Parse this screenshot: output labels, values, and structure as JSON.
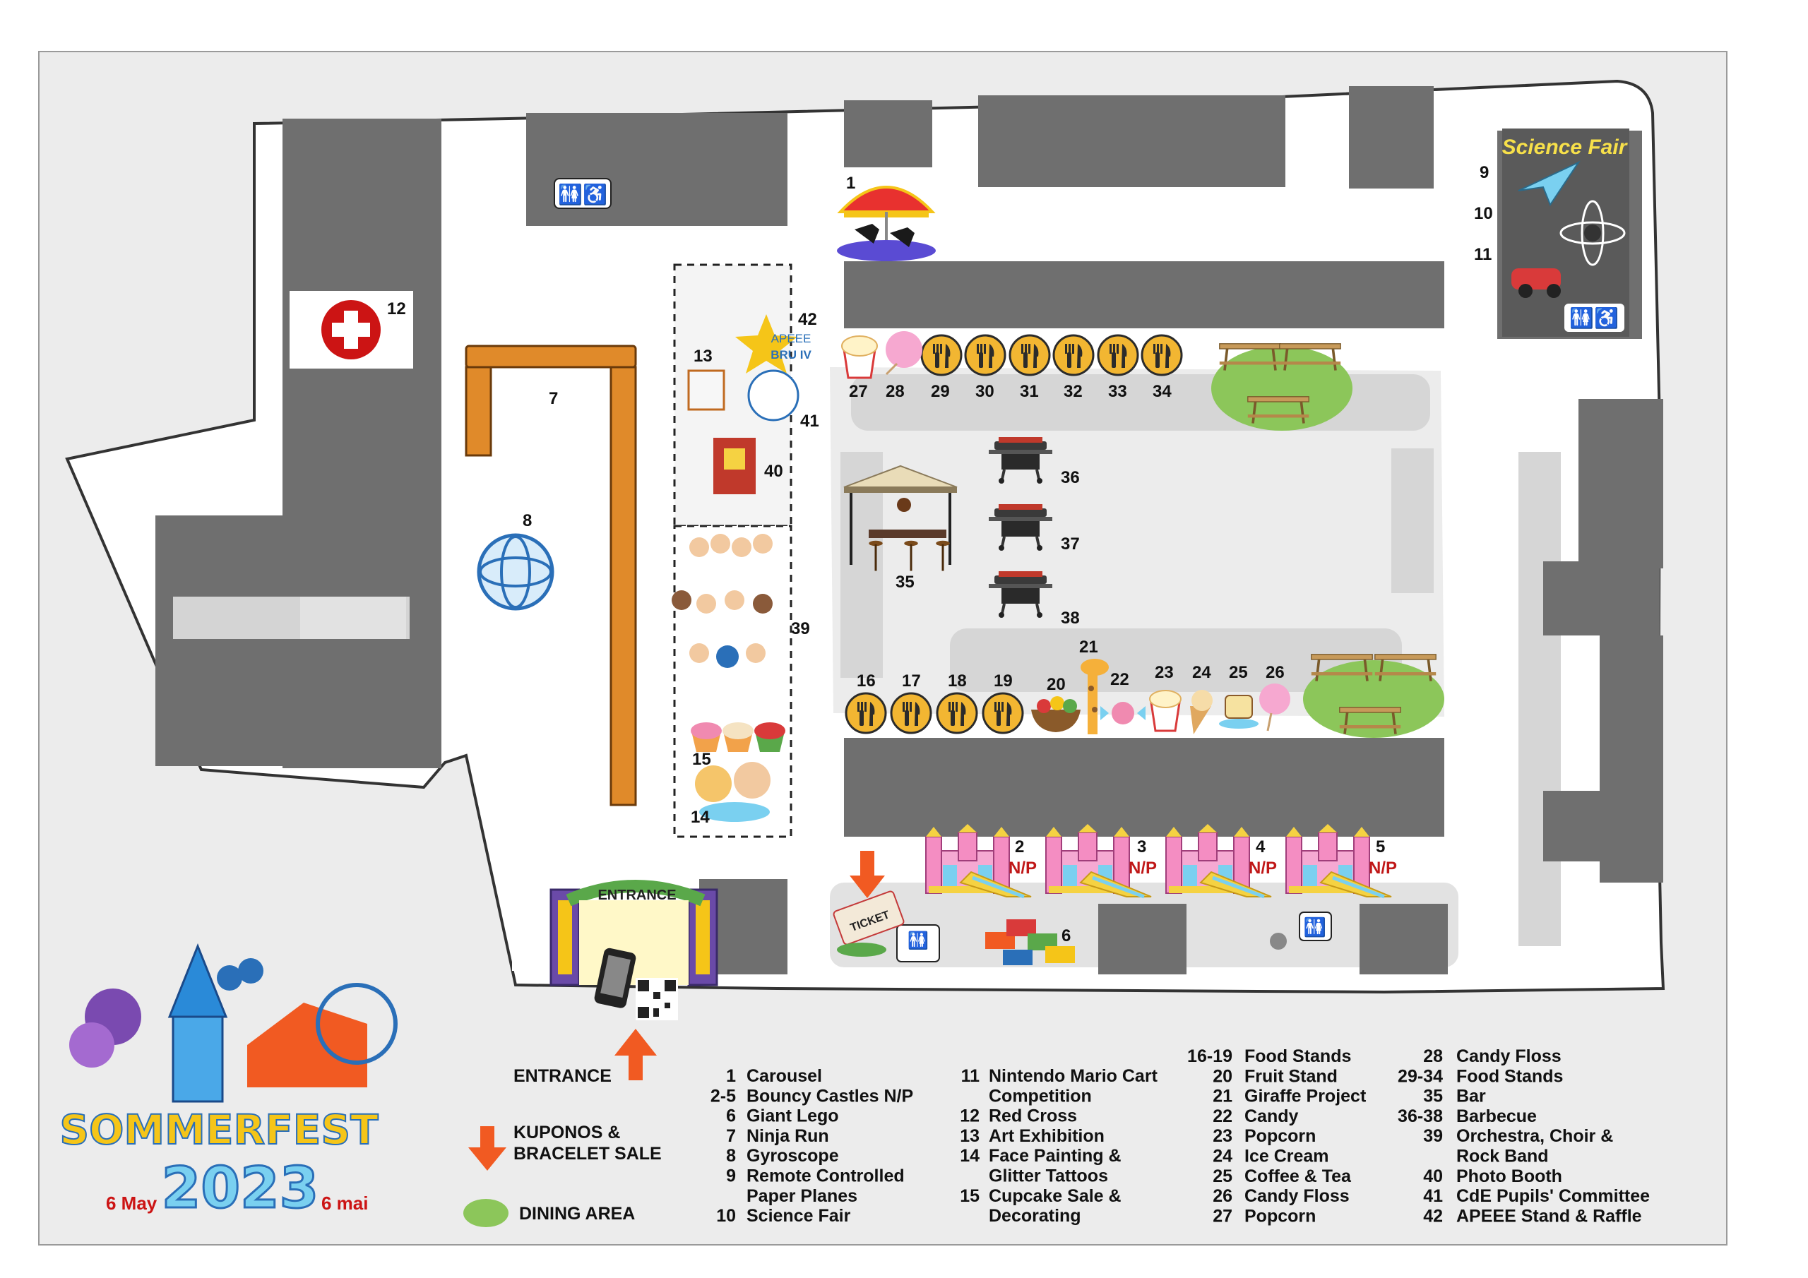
{
  "colors": {
    "building": "#6f6f6f",
    "ground": "#ececec",
    "path": "#d4d4d4",
    "dining": "#8cc65a",
    "arrow": "#f15a22",
    "text": "#111111",
    "nodeRed": "#cc1414"
  },
  "entrance": {
    "arch_label": "ENTRANCE",
    "legend_label": "ENTRANCE"
  },
  "kuponos_label_line1": "KUPONOS &",
  "kuponos_label_line2": "BRACELET SALE",
  "dining_label": "DINING AREA",
  "science_fair_sign": "Science Fair",
  "apeee_sign": {
    "line1": "APEEE",
    "line2": "BRU IV"
  },
  "ticket_text": "TICKET",
  "logo": {
    "title": "SOMMERFEST",
    "year": "2023",
    "date_left": "6 May",
    "date_right": "6 mai"
  },
  "np_tag": "N/P",
  "map_labels": {
    "n1": "1",
    "n2": "2",
    "n3": "3",
    "n4": "4",
    "n5": "5",
    "n6": "6",
    "n7": "7",
    "n8": "8",
    "n9": "9",
    "n10": "10",
    "n11": "11",
    "n12": "12",
    "n13": "13",
    "n14": "14",
    "n15": "15",
    "n16": "16",
    "n17": "17",
    "n18": "18",
    "n19": "19",
    "n20": "20",
    "n21": "21",
    "n22": "22",
    "n23": "23",
    "n24": "24",
    "n25": "25",
    "n26": "26",
    "n27": "27",
    "n28": "28",
    "n29": "29",
    "n30": "30",
    "n31": "31",
    "n32": "32",
    "n33": "33",
    "n34": "34",
    "n35": "35",
    "n36": "36",
    "n37": "37",
    "n38": "38",
    "n39": "39",
    "n40": "40",
    "n41": "41",
    "n42": "42"
  },
  "legend": {
    "col1": [
      {
        "num": "1",
        "text": "Carousel"
      },
      {
        "num": "2-5",
        "text": "Bouncy Castles N/P"
      },
      {
        "num": "6",
        "text": "Giant Lego"
      },
      {
        "num": "7",
        "text": "Ninja Run"
      },
      {
        "num": "8",
        "text": "Gyroscope"
      },
      {
        "num": "9",
        "text": "Remote Controlled"
      },
      {
        "num": "",
        "text": "Paper Planes"
      },
      {
        "num": "10",
        "text": "Science Fair"
      }
    ],
    "col2": [
      {
        "num": "11",
        "text": "Nintendo Mario Cart"
      },
      {
        "num": "",
        "text": "Competition"
      },
      {
        "num": "12",
        "text": "Red Cross"
      },
      {
        "num": "13",
        "text": "Art Exhibition"
      },
      {
        "num": "14",
        "text": "Face Painting &"
      },
      {
        "num": "",
        "text": "Glitter Tattoos"
      },
      {
        "num": "15",
        "text": "Cupcake Sale &"
      },
      {
        "num": "",
        "text": "Decorating"
      }
    ],
    "col3": [
      {
        "num": "16-19",
        "text": "Food Stands"
      },
      {
        "num": "20",
        "text": "Fruit Stand"
      },
      {
        "num": "21",
        "text": "Giraffe Project"
      },
      {
        "num": "22",
        "text": "Candy"
      },
      {
        "num": "23",
        "text": "Popcorn"
      },
      {
        "num": "24",
        "text": "Ice Cream"
      },
      {
        "num": "25",
        "text": "Coffee & Tea"
      },
      {
        "num": "26",
        "text": "Candy Floss"
      },
      {
        "num": "27",
        "text": "Popcorn"
      }
    ],
    "col4": [
      {
        "num": "28",
        "text": "Candy Floss"
      },
      {
        "num": "29-34",
        "text": "Food Stands"
      },
      {
        "num": "35",
        "text": "Bar"
      },
      {
        "num": "36-38",
        "text": "Barbecue"
      },
      {
        "num": "39",
        "text": "Orchestra, Choir &"
      },
      {
        "num": "",
        "text": "Rock Band"
      },
      {
        "num": "40",
        "text": "Photo Booth"
      },
      {
        "num": "41",
        "text": "CdE Pupils' Committee"
      },
      {
        "num": "42",
        "text": "APEEE Stand & Raffle"
      }
    ]
  }
}
